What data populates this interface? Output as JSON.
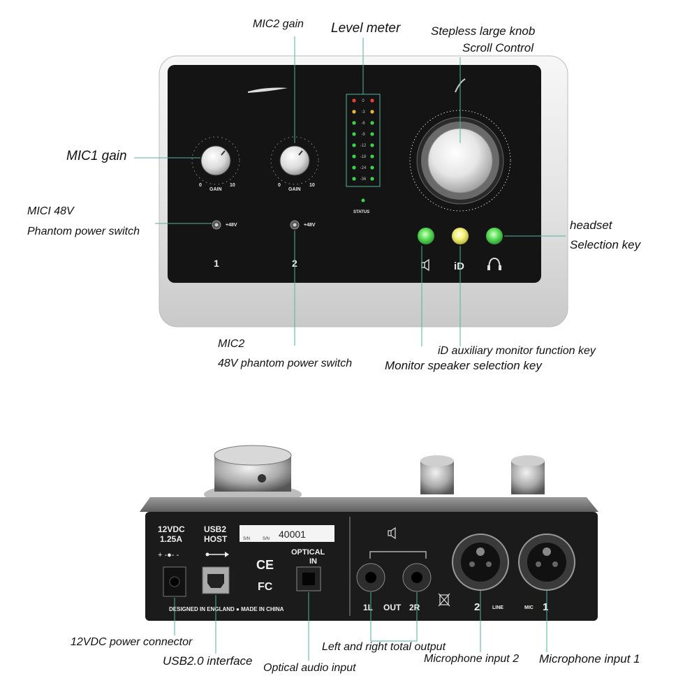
{
  "callouts": {
    "mic2_gain": "MIC2 gain",
    "level_meter": "Level meter",
    "stepless_knob": "Stepless large knob",
    "scroll_control": "Scroll Control",
    "mic1_gain": "MIC1 gain",
    "mic1_48v": "MICI 48V",
    "mic1_phantom": "Phantom power switch",
    "headset": "headset",
    "selection_key": "Selection key",
    "mic2_label": "MIC2",
    "mic2_phantom": "48V phantom power switch",
    "id_key": "iD auxiliary monitor function key",
    "monitor_key": "Monitor speaker selection key",
    "power_connector": "12VDC power connector",
    "usb_interface": "USB2.0 interface",
    "optical_input": "Optical audio input",
    "lr_output": "Left and right total output",
    "mic_input_2": "Microphone input 2",
    "mic_input_1": "Microphone input 1"
  },
  "front_panel": {
    "gain_label": "GAIN",
    "gain_min": "0",
    "gain_max": "10",
    "phantom_label": "+48V",
    "channel_1": "1",
    "channel_2": "2",
    "status": "STATUS",
    "id_symbol": "iD",
    "meter_scale": [
      "0",
      "-3",
      "-6",
      "-9",
      "-12",
      "-18",
      "-24",
      "-36"
    ]
  },
  "rear_panel": {
    "power_line1": "12VDC",
    "power_line2": "1.25A",
    "usb_line1": "USB2",
    "usb_line2": "HOST",
    "sn_prefix": "S/N",
    "sn_prefix2": "S/N",
    "serial": "40001",
    "ce_mark": "CE",
    "fc_mark": "FC",
    "optical_line1": "OPTICAL",
    "optical_line2": "IN",
    "out_label": "OUT",
    "out_left": "1L",
    "out_right": "2R",
    "input_2": "2",
    "input_1": "1",
    "line_label": "LINE",
    "mic_label": "MIC",
    "footer": "DESIGNED IN ENGLAND  ●  MADE IN CHINA"
  },
  "colors": {
    "callout_line": "#4fb59a",
    "led_green": "#5ee05a",
    "led_yellow": "#f4f07a",
    "meter_red": "#e0452e",
    "meter_amber": "#e8b830",
    "meter_green": "#3bd24e"
  }
}
